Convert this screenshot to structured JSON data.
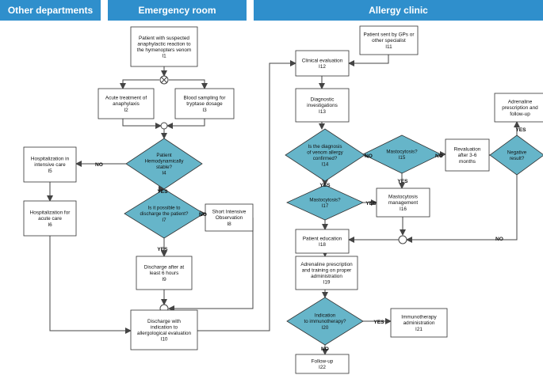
{
  "lanes": {
    "other": "Other departments",
    "er": "Emergency room",
    "allergy": "Allergy clinic"
  },
  "nodes": {
    "I1": [
      "Patient with suspected",
      "anaphylactic reaction to",
      "the hymenopters venom",
      "I1"
    ],
    "I2": [
      "Acute treatment of",
      "anaphylaxis",
      "I2"
    ],
    "I3": [
      "Blood sampling for",
      "tryptase dosage",
      "I3"
    ],
    "I4": [
      "Patient",
      "Hemodynamically",
      "stable?",
      "I4"
    ],
    "I5": [
      "Hospitalization in",
      "intensive care",
      "I5"
    ],
    "I6": [
      "Hospitalization for",
      "acute care",
      "I6"
    ],
    "I7": [
      "Is it possible to",
      "discharge the patient?",
      "I7"
    ],
    "I8": [
      "Short Intensive",
      "Observation",
      "I8"
    ],
    "I9": [
      "Discharge after at",
      "least 6 hours",
      "I9"
    ],
    "I10": [
      "Discharge  with",
      "indication to",
      "allergological evaluation",
      "I10"
    ],
    "I11": [
      "Patient sent by GPs or",
      "other specialist",
      "I11"
    ],
    "I12": [
      "Clinical evaluation",
      "I12"
    ],
    "I13": [
      "Diagnostic",
      "investigations",
      "I13"
    ],
    "I14": [
      "Is the diagnosis",
      "of venom allergy",
      "confirmed?",
      "I14"
    ],
    "I15": [
      "Mastocytosis?",
      "I15"
    ],
    "I16": [
      "Mastocytosis",
      "management",
      "I16"
    ],
    "I17": [
      "Mastocytosis?",
      "I17"
    ],
    "I18": [
      "Patient education",
      "I18"
    ],
    "I19": [
      "Adrenaline prescription",
      "and training on proper",
      "administration",
      "I19"
    ],
    "I20": [
      "Indication",
      "to immunotherapy?",
      "I20"
    ],
    "I21": [
      "Immunotherapy",
      "administration",
      "I21"
    ],
    "I22": [
      "Follow-up",
      "I22"
    ],
    "reval": [
      "Revaluation",
      "after 3-6",
      "months"
    ],
    "neg": [
      "Negative",
      "result?"
    ],
    "adren": [
      "Adrenaline",
      "prescription and",
      "follow-up"
    ]
  },
  "labels": {
    "yes": "YES",
    "no": "NO"
  },
  "colors": {
    "lane_header": "#2f8fcc",
    "diamond_fill": "#66b5c9",
    "box_stroke": "#333333",
    "line": "#444444"
  }
}
